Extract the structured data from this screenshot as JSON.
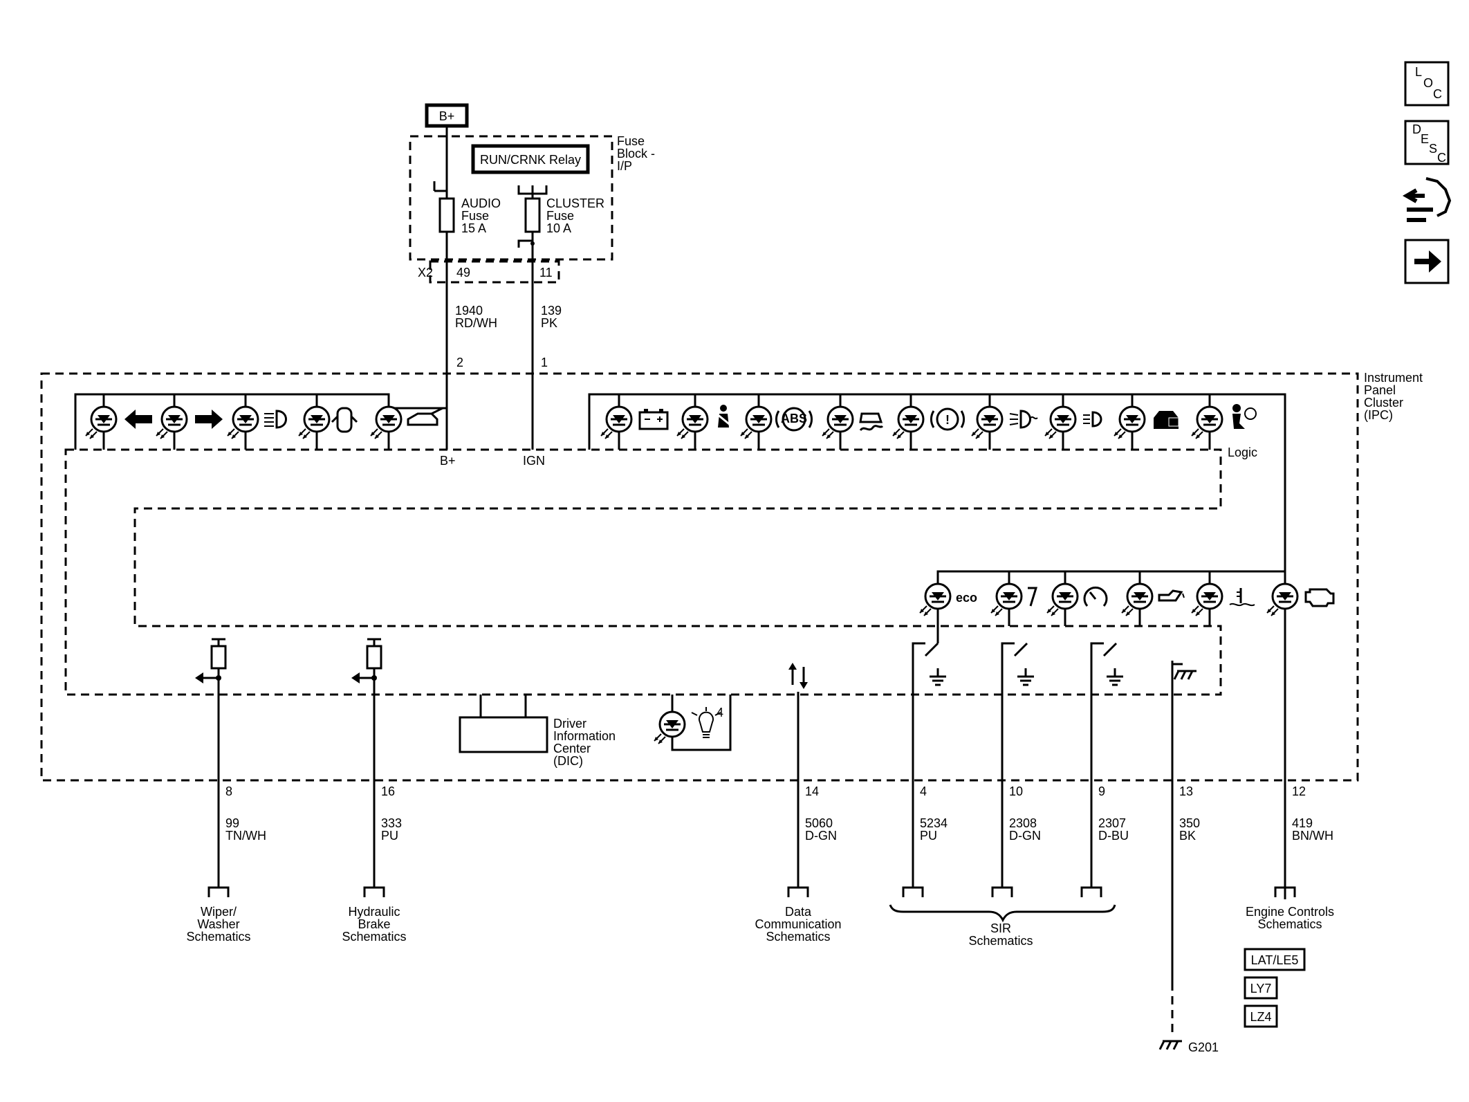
{
  "nav": {
    "loc": {
      "l": "L",
      "o": "O",
      "c": "C"
    },
    "desc": {
      "d": "D",
      "e": "E",
      "s": "S",
      "c": "C"
    },
    "icons": [
      "loc-button",
      "desc-button",
      "connector-view-icon",
      "next-page-icon"
    ]
  },
  "power": {
    "bplus": "B+",
    "relay": "RUN/CRNK Relay",
    "fuse_block": [
      "Fuse",
      "Block -",
      "I/P"
    ],
    "audio_fuse": [
      "AUDIO",
      "Fuse",
      "15 A"
    ],
    "cluster_fuse": [
      "CLUSTER",
      "Fuse",
      "10 A"
    ],
    "connector": "X2",
    "pin_audio": "49",
    "pin_cluster": "11"
  },
  "feed_wires": {
    "audio": {
      "circuit": "1940",
      "color": "RD/WH",
      "pin": "2",
      "label": "B+"
    },
    "cluster": {
      "circuit": "139",
      "color": "PK",
      "pin": "1",
      "label": "IGN"
    }
  },
  "ipc": {
    "label": [
      "Instrument",
      "Panel",
      "Cluster",
      "(IPC)"
    ],
    "logic": "Logic",
    "eco": "eco",
    "dic": [
      "Driver",
      "Information",
      "Center",
      "(DIC)"
    ],
    "bulb_ref": "4"
  },
  "outputs": [
    {
      "pin": "8",
      "circuit": "99",
      "color": "TN/WH",
      "dest": [
        "Wiper/",
        "Washer",
        "Schematics"
      ]
    },
    {
      "pin": "16",
      "circuit": "333",
      "color": "PU",
      "dest": [
        "Hydraulic",
        "Brake",
        "Schematics"
      ]
    },
    {
      "pin": "14",
      "circuit": "5060",
      "color": "D-GN",
      "dest": [
        "Data",
        "Communication",
        "Schematics"
      ]
    },
    {
      "pin": "4",
      "circuit": "5234",
      "color": "PU"
    },
    {
      "pin": "10",
      "circuit": "2308",
      "color": "D-GN"
    },
    {
      "pin": "9",
      "circuit": "2307",
      "color": "D-BU"
    },
    {
      "pin": "13",
      "circuit": "350",
      "color": "BK"
    },
    {
      "pin": "12",
      "circuit": "419",
      "color": "BN/WH",
      "dest": [
        "Engine Controls",
        "Schematics"
      ]
    }
  ],
  "sir": [
    "SIR",
    "Schematics"
  ],
  "ground": "G201",
  "engine_options": [
    "LAT/LE5",
    "LY7",
    "LZ4"
  ],
  "indicators_left": [
    "left-turn-arrow-icon",
    "right-turn-arrow-icon",
    "high-beam-icon",
    "door-ajar-icon",
    "liftgate-ajar-icon"
  ],
  "indicators_right": [
    "battery-icon",
    "seatbelt-icon",
    "abs-icon",
    "traction-off-icon",
    "brake-warning-icon",
    "tire-pressure-icon",
    "fog-lamp-icon",
    "parking-lamp-icon",
    "security-icon",
    "airbag-icon"
  ],
  "indicators_bottom": [
    "eco-icon",
    "cruise-icon",
    "tpms-speedo-icon",
    "oil-pressure-icon",
    "coolant-temp-icon",
    "check-engine-icon"
  ]
}
